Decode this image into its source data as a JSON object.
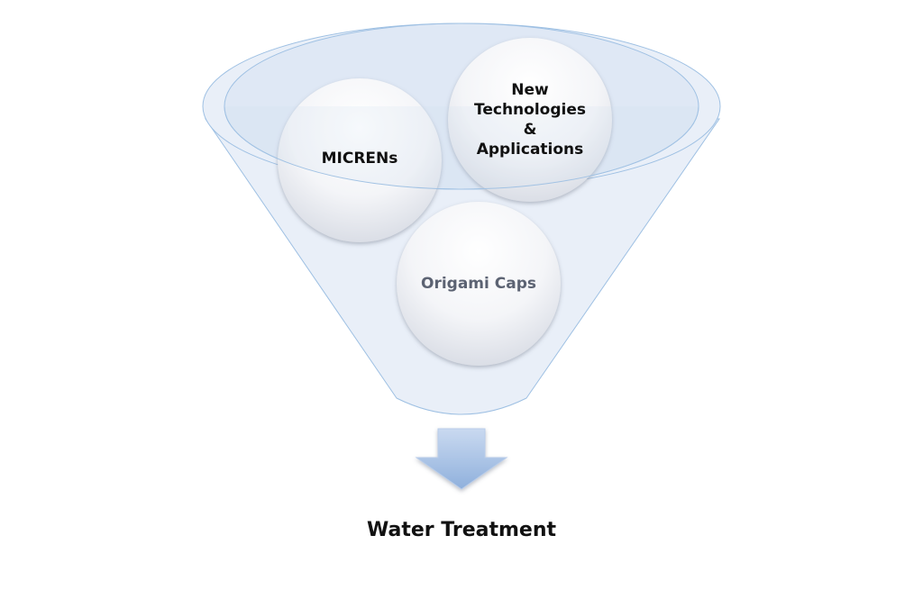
{
  "funnel": {
    "color_fill": "#e9eff8",
    "color_stroke": "#9ec0e3"
  },
  "circles": {
    "micrens": {
      "label": "MICRENs"
    },
    "new_tech": {
      "lines": [
        "New",
        "Technologies",
        "&",
        "Applications"
      ]
    },
    "origami": {
      "label": "Origami Caps",
      "color": "#5c6373"
    }
  },
  "arrow": {
    "color": "#a8c2e6"
  },
  "result": {
    "label": "Water Treatment"
  }
}
